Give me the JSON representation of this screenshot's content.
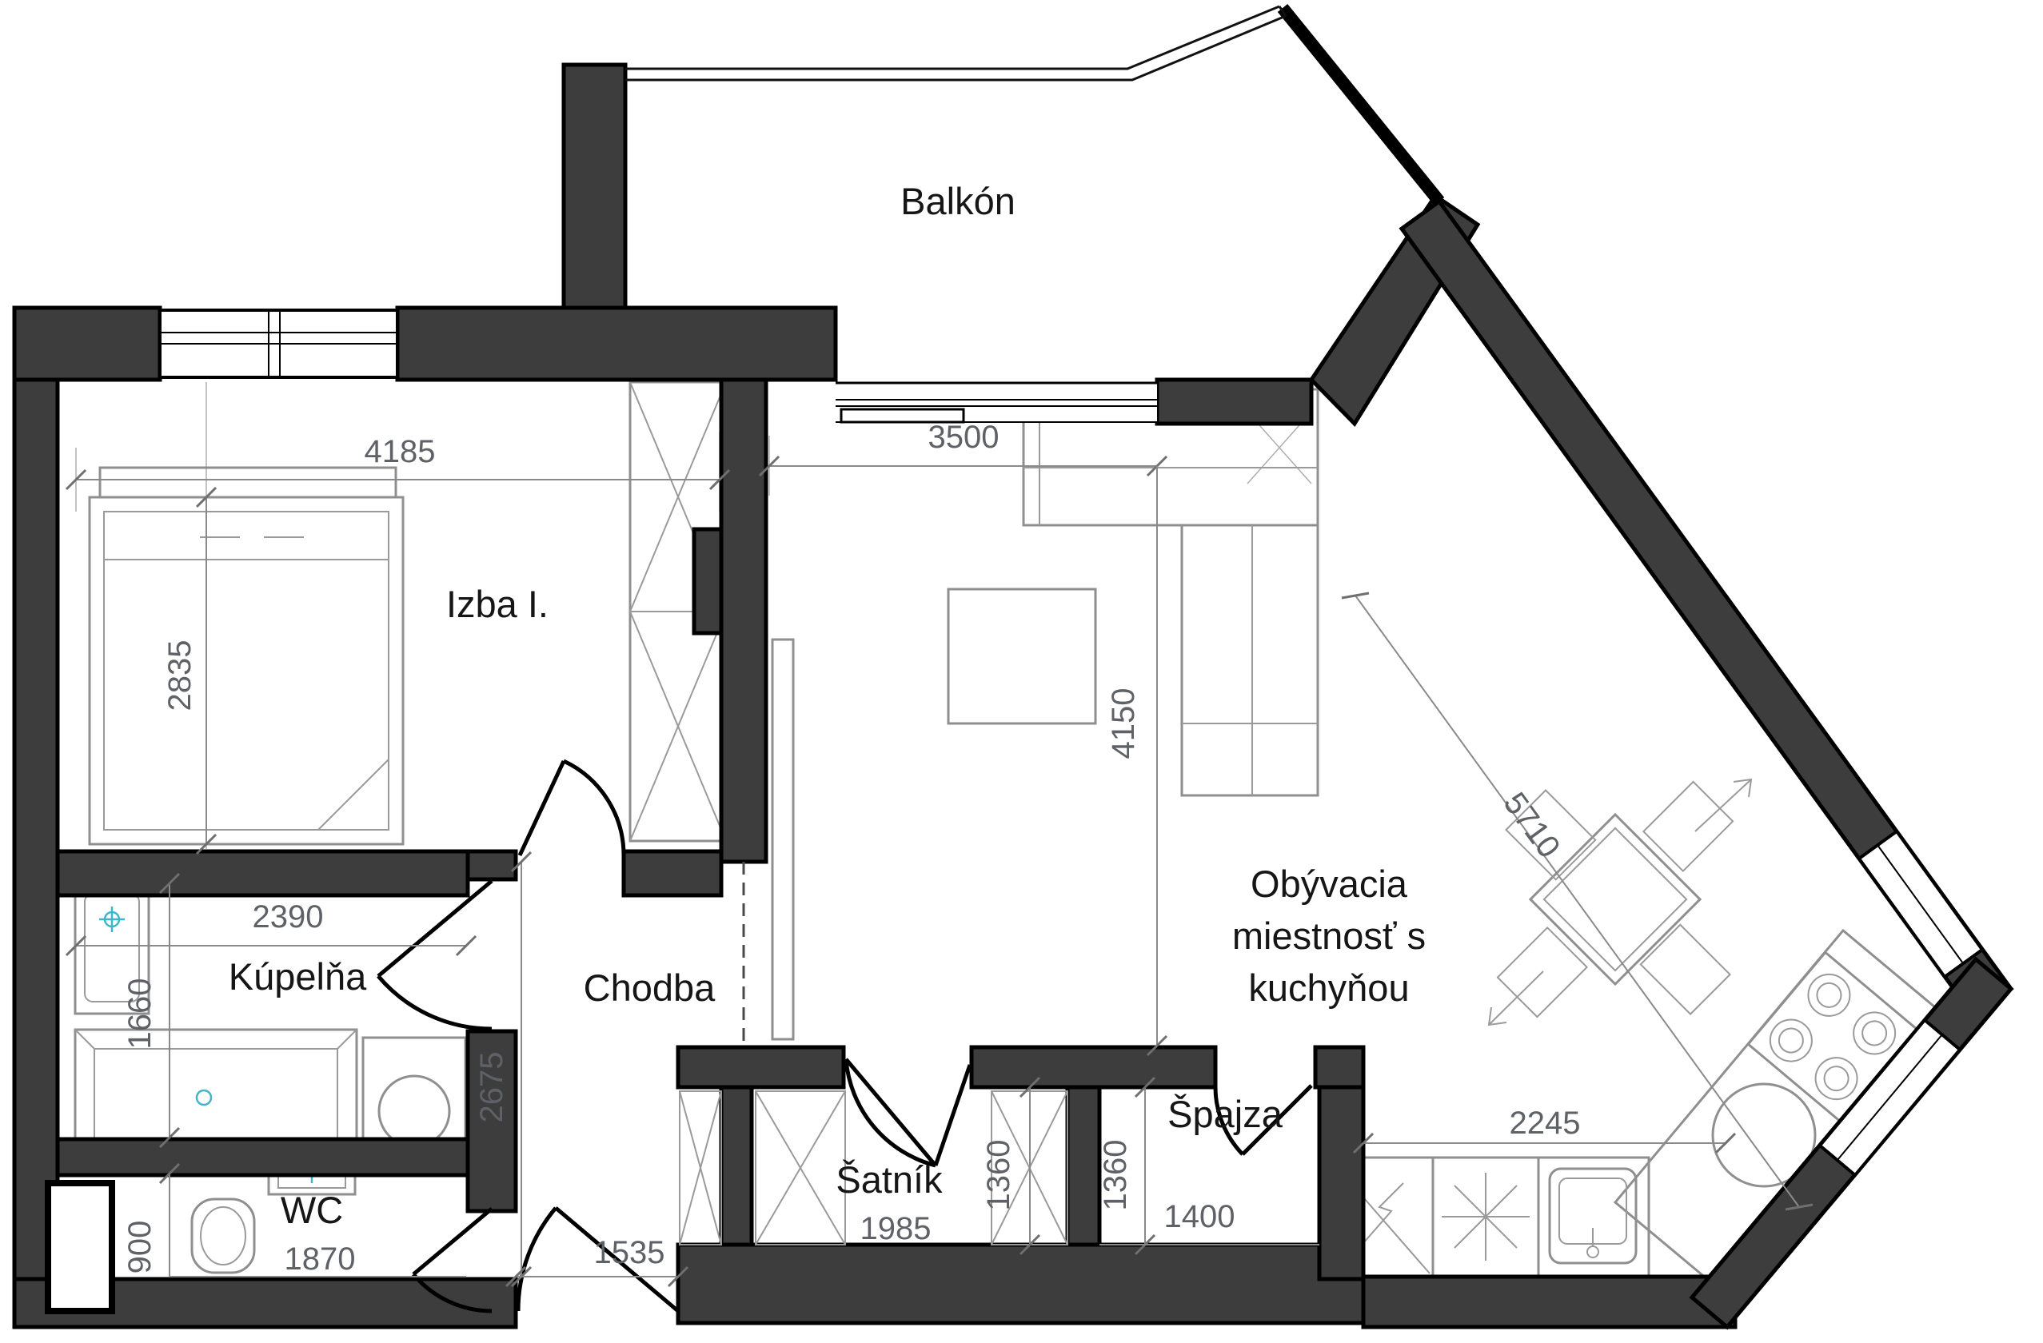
{
  "plan": {
    "type": "apartment-floor-plan",
    "colors": {
      "wall": "#3d3d3d",
      "wall_edge": "#000000",
      "dim_text": "#5e6166",
      "label_text": "#161616",
      "fixture_accent": "#3fb6c9",
      "furniture_line": "#8f8f8f",
      "background": "#ffffff"
    },
    "rooms": {
      "balcony": {
        "label": "Balkón"
      },
      "bedroom": {
        "label": "Izba I.",
        "dim_width": "4185",
        "dim_height": "2835"
      },
      "living_kitchen": {
        "label_line1": "Obývacia",
        "label_line2": "miestnosť s",
        "label_line3": "kuchyňou",
        "dim_top_width": "3500",
        "dim_height": "4150",
        "dim_diagonal": "5710",
        "dim_kitchen_run": "2245"
      },
      "bathroom": {
        "label": "Kúpelňa",
        "dim_width": "2390",
        "dim_height": "1660"
      },
      "wc": {
        "label": "WC",
        "dim_width": "1870",
        "dim_height": "900"
      },
      "hall": {
        "label": "Chodba",
        "dim_height": "2675",
        "dim_bottom": "1535"
      },
      "wardrobe_room": {
        "label": "Šatník",
        "dim_width": "1985",
        "dim_depth": "1360"
      },
      "pantry": {
        "label": "Špajza",
        "dim_width": "1400",
        "dim_depth": "1360"
      }
    }
  }
}
